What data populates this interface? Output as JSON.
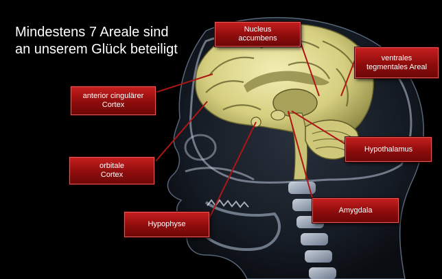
{
  "title": {
    "line1": "Mindestens 7 Areale sind",
    "line2": "an unserem Glück beteiligt"
  },
  "labels": {
    "nucleus_accumbens": "Nucleus\naccumbens",
    "vta": "ventrales\ntegmentales Areal",
    "anterior_cingulate": "anterior cingulärer\nCortex",
    "orbitale": "orbitale\nCortex",
    "hypothalamus": "Hypothalamus",
    "amygdala": "Amygdala",
    "hypophyse": "Hypophyse"
  },
  "colors": {
    "background": "#000000",
    "label_fill": "#9e1010",
    "label_border": "#e25a5a",
    "leader_line": "#b01515",
    "brain": "#d8d28a",
    "xray": "#aab8cc"
  }
}
